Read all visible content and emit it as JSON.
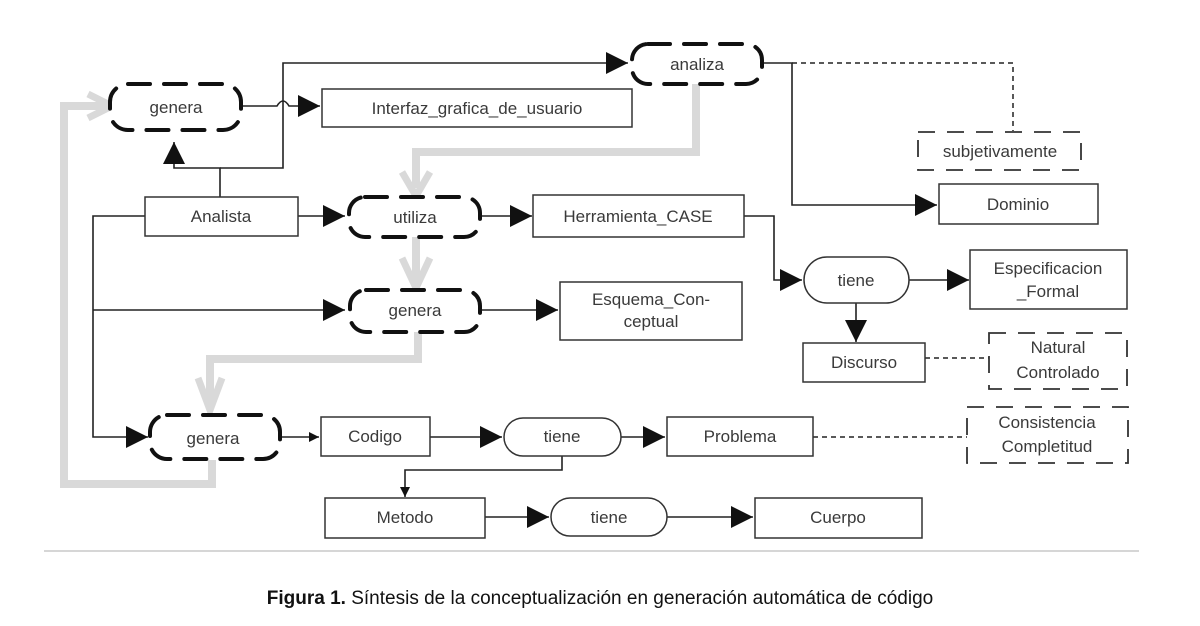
{
  "diagram": {
    "nodes": {
      "genera_top": "genera",
      "interfaz": "Interfaz_grafica_de_usuario",
      "analiza": "analiza",
      "subjetivamente": "subjetivamente",
      "analista": "Analista",
      "utiliza": "utiliza",
      "herramienta": "Herramienta_CASE",
      "dominio": "Dominio",
      "tiene_spec": "tiene",
      "especificacion_1": "Especificacion",
      "especificacion_2": "_Formal",
      "genera_mid": "genera",
      "esquema_1": "Esquema_Con-",
      "esquema_2": "ceptual",
      "discurso": "Discurso",
      "natural_1": "Natural",
      "natural_2": "Controlado",
      "genera_low": "genera",
      "codigo": "Codigo",
      "tiene_codigo": "tiene",
      "problema": "Problema",
      "consistencia_1": "Consistencia",
      "consistencia_2": "Completitud",
      "metodo": "Metodo",
      "tiene_metodo": "tiene",
      "cuerpo": "Cuerpo"
    },
    "colors": {
      "line": "#222222",
      "flow": "#d9d9d9",
      "text": "#3a3a3a",
      "divider": "#c8c8c8"
    }
  },
  "caption": {
    "label": "Figura 1.",
    "text": " Síntesis de la conceptualización en generación automática de código"
  }
}
